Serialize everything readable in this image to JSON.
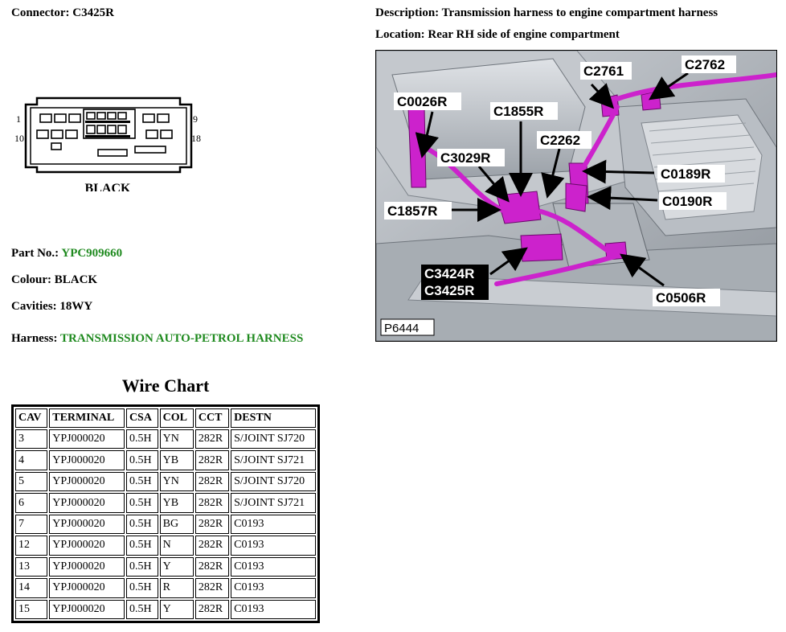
{
  "connector": {
    "label": "Connector:",
    "value": "C3425R"
  },
  "description": {
    "label": "Description:",
    "value": "Transmission harness to engine compartment harness"
  },
  "location": {
    "label": "Location:",
    "value": "Rear RH side of engine compartment"
  },
  "diagram": {
    "pin_1": "1",
    "pin_9": "9",
    "pin_10": "10",
    "pin_18": "18",
    "colour_label": "BLACK"
  },
  "part": {
    "label": "Part No.:",
    "value": "YPC909660"
  },
  "colour": {
    "label": "Colour:",
    "value": "BLACK"
  },
  "cavities": {
    "label": "Cavities:",
    "value": "18WY"
  },
  "harness": {
    "label": "Harness:",
    "value": "TRANSMISSION AUTO-PETROL HARNESS"
  },
  "photo": {
    "labels": {
      "c2761": "C2761",
      "c2762": "C2762",
      "c0026r": "C0026R",
      "c1855r": "C1855R",
      "c2262": "C2262",
      "c3029r": "C3029R",
      "c0189r": "C0189R",
      "c0190r": "C0190R",
      "c1857r": "C1857R",
      "c3424r": "C3424R",
      "c3425r": "C3425R",
      "c0506r": "C0506R"
    },
    "figure_id": "P6444",
    "colors": {
      "connector": "#cc22cc",
      "label_bg": "#000000",
      "label_fg": "#ffffff"
    }
  },
  "wire_chart": {
    "title": "Wire Chart",
    "columns": [
      "CAV",
      "TERMINAL",
      "CSA",
      "COL",
      "CCT",
      "DESTN"
    ],
    "rows": [
      [
        "3",
        "YPJ000020",
        "0.5H",
        "YN",
        "282R",
        "S/JOINT SJ720"
      ],
      [
        "4",
        "YPJ000020",
        "0.5H",
        "YB",
        "282R",
        "S/JOINT SJ721"
      ],
      [
        "5",
        "YPJ000020",
        "0.5H",
        "YN",
        "282R",
        "S/JOINT SJ720"
      ],
      [
        "6",
        "YPJ000020",
        "0.5H",
        "YB",
        "282R",
        "S/JOINT SJ721"
      ],
      [
        "7",
        "YPJ000020",
        "0.5H",
        "BG",
        "282R",
        "C0193"
      ],
      [
        "12",
        "YPJ000020",
        "0.5H",
        "N",
        "282R",
        "C0193"
      ],
      [
        "13",
        "YPJ000020",
        "0.5H",
        "Y",
        "282R",
        "C0193"
      ],
      [
        "14",
        "YPJ000020",
        "0.5H",
        "R",
        "282R",
        "C0193"
      ],
      [
        "15",
        "YPJ000020",
        "0.5H",
        "Y",
        "282R",
        "C0193"
      ]
    ]
  }
}
